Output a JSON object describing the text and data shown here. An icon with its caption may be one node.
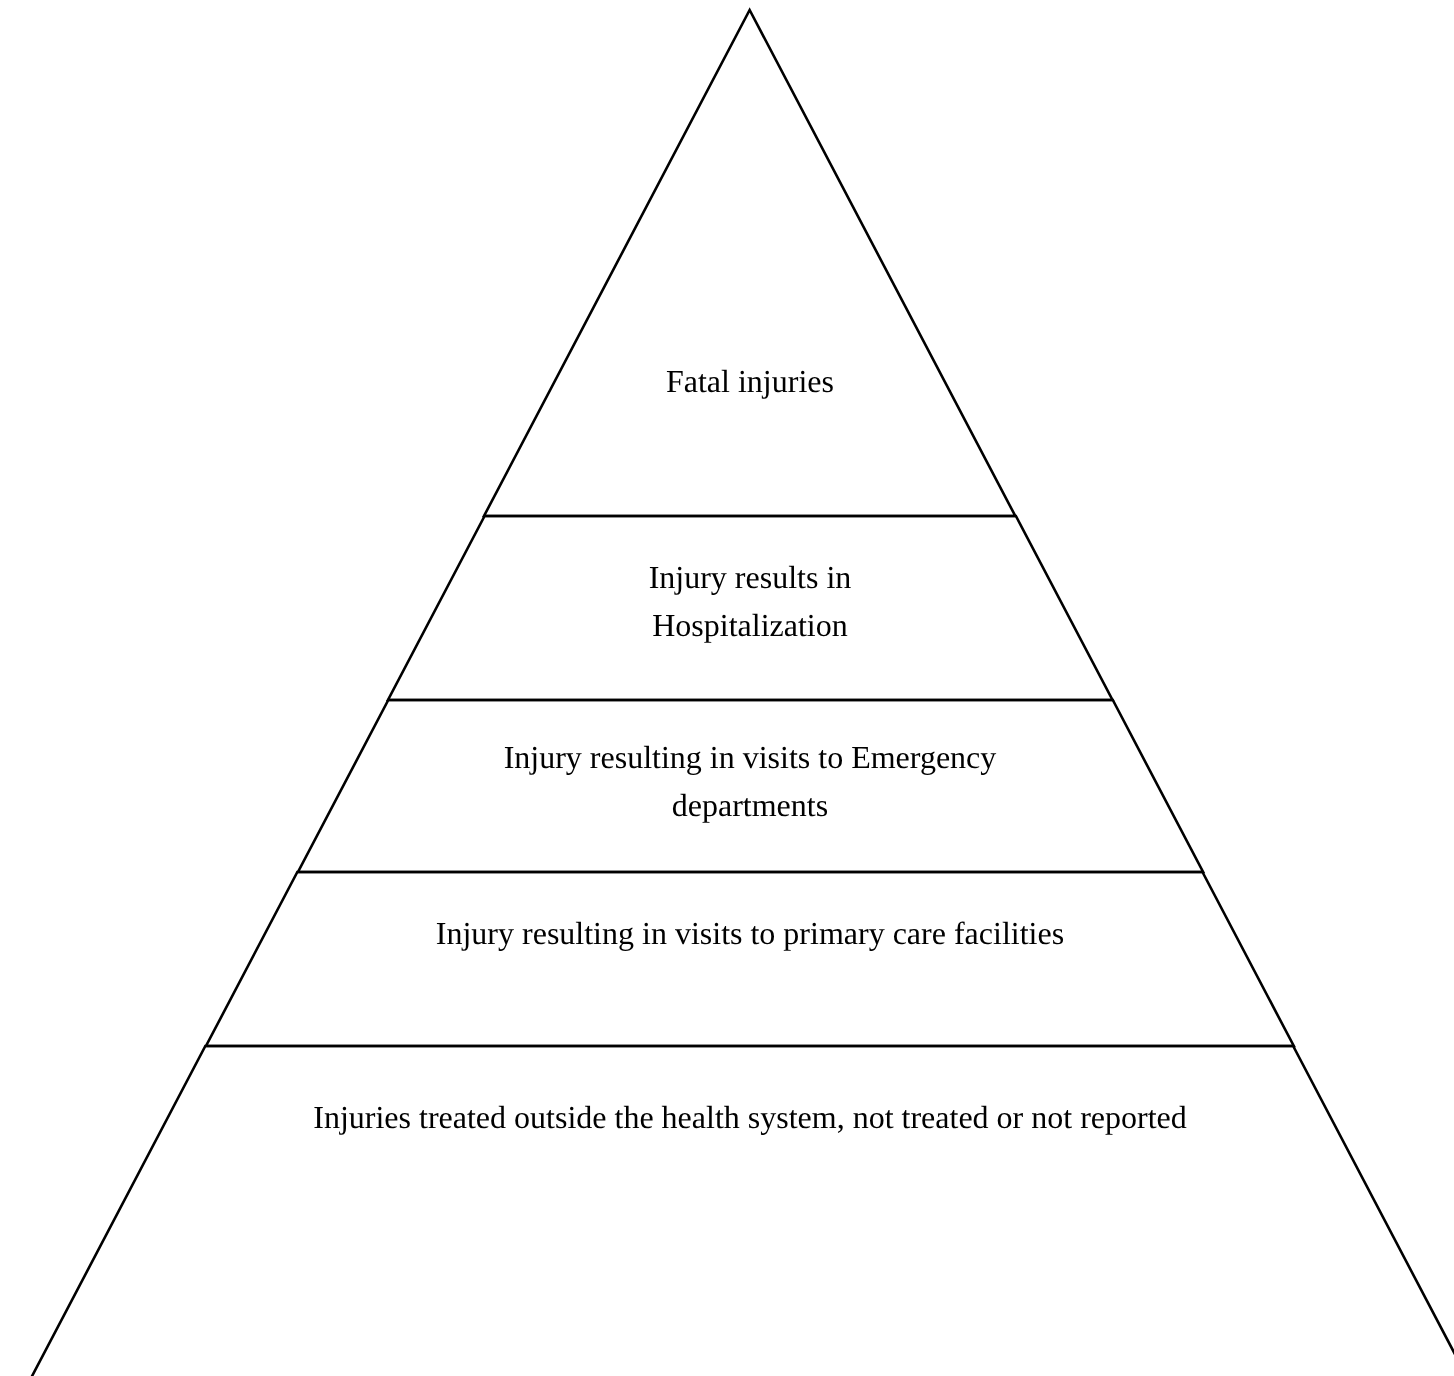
{
  "diagram": {
    "nodes": [
      {
        "text": [
          "Fatal injuries"
        ]
      },
      {
        "text": [
          "Injury results in Hospitalization"
        ]
      },
      {
        "text": [
          "Injury resulting in visits to Emergency departments"
        ]
      },
      {
        "text": [
          "Injury resulting in visits to primary care facilities"
        ]
      },
      {
        "text": [
          "Injuries treated outside the health system, not treated or not reported"
        ]
      }
    ]
  }
}
